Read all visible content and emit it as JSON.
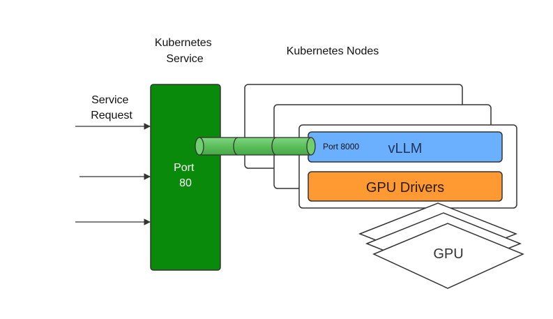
{
  "service": {
    "heading_line1": "Kubernetes",
    "heading_line2": "Service",
    "port_line1": "Port",
    "port_line2": "80",
    "fill_color": "#0a8a0a",
    "border_color": "#333333"
  },
  "nodes": {
    "heading": "Kubernetes Nodes",
    "count": 3
  },
  "request": {
    "label_line1": "Service",
    "label_line2": "Request",
    "arrow_count": 3
  },
  "pipe": {
    "port_label": "Port 8000",
    "color": "#5cbf5c",
    "segments": 3
  },
  "vllm": {
    "label": "vLLM",
    "color": "#6ab0ff"
  },
  "gpu_drivers": {
    "label": "GPU Drivers",
    "color": "#ff9a33"
  },
  "gpu": {
    "label": "GPU",
    "stack_count": 3
  }
}
